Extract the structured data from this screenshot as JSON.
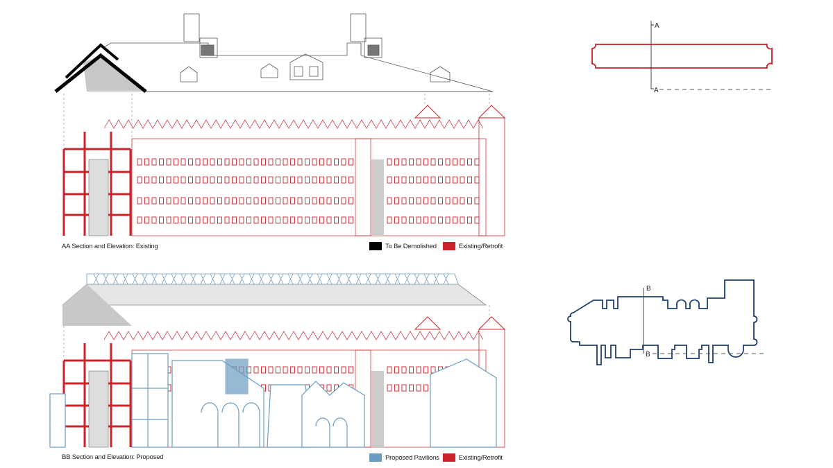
{
  "sections": [
    {
      "caption": "AA Section and Elevation: Existing",
      "legend": [
        {
          "label": "To Be Demolished",
          "color": "#000000"
        },
        {
          "label": "Existing/Retrofit",
          "color": "#cc2229"
        }
      ]
    },
    {
      "caption": "BB Section and Elevation: Proposed",
      "legend": [
        {
          "label": "Proposed Pavilions",
          "color": "#6b9cc2"
        },
        {
          "label": "Existing/Retrofit",
          "color": "#cc2229"
        }
      ]
    }
  ],
  "key_plans": [
    {
      "marker_top": "A",
      "marker_bottom": "A",
      "color": "#cc2229"
    },
    {
      "marker_top": "B",
      "marker_bottom": "B",
      "color": "#1f3f6e"
    }
  ]
}
